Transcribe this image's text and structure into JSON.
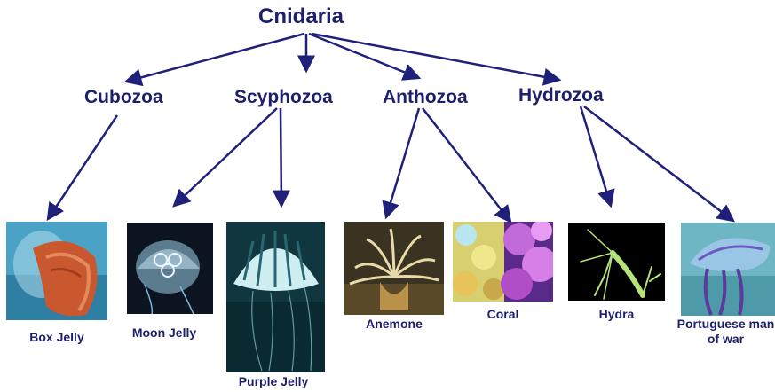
{
  "diagram": {
    "root": "Cnidaria",
    "classes": [
      "Cubozoa",
      "Scyphozoa",
      "Anthozoa",
      "Hydrozoa"
    ],
    "organisms": [
      {
        "label": "Box Jelly",
        "class": "Cubozoa"
      },
      {
        "label": "Moon Jelly",
        "class": "Scyphozoa"
      },
      {
        "label": "Purple Jelly",
        "class": "Scyphozoa"
      },
      {
        "label": "Anemone",
        "class": "Anthozoa"
      },
      {
        "label": "Coral",
        "class": "Anthozoa"
      },
      {
        "label": "Hydra",
        "class": "Hydrozoa"
      },
      {
        "label": "Portuguese man of war",
        "class": "Hydrozoa"
      }
    ]
  },
  "colors": {
    "text": "#1c1f6b",
    "arrow": "#1f207a"
  }
}
